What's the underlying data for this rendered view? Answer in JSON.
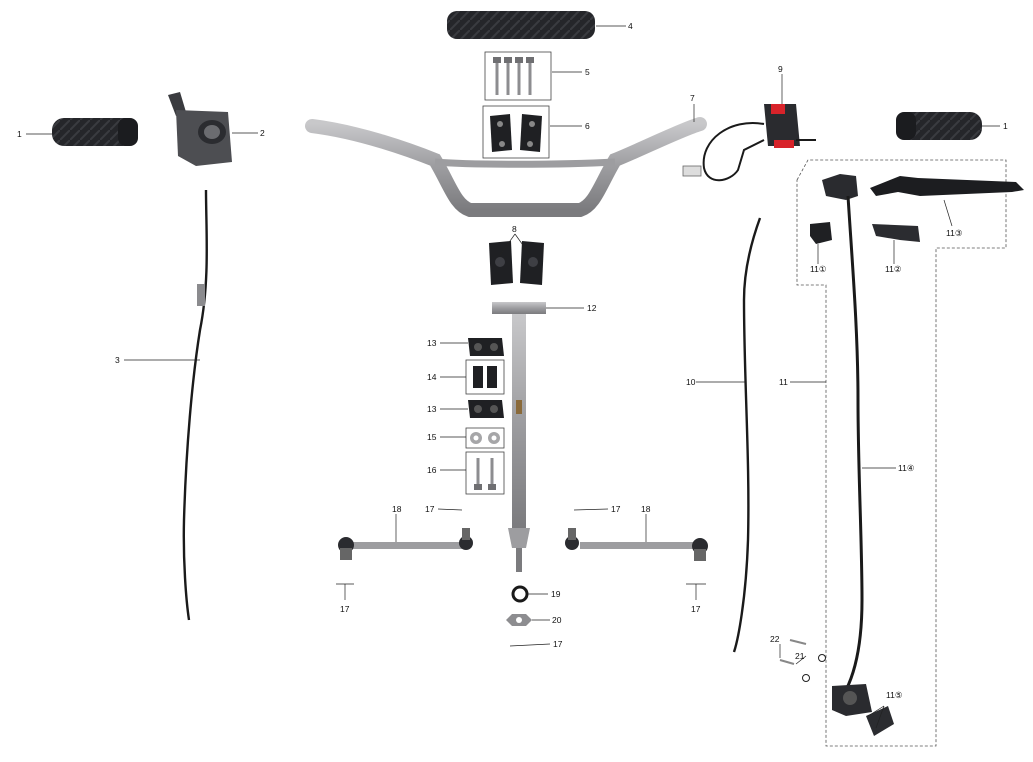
{
  "callouts": {
    "c1_left": "1",
    "c1_right": "1",
    "c2": "2",
    "c3": "3",
    "c4": "4",
    "c5": "5",
    "c6": "6",
    "c7": "7",
    "c8": "8",
    "c9": "9",
    "c10": "10",
    "c11": "11",
    "c11_1": "11①",
    "c11_2": "11②",
    "c11_3": "11③",
    "c11_4": "11④",
    "c11_5": "11⑤",
    "c12": "12",
    "c13_top": "13",
    "c13_bottom": "13",
    "c14": "14",
    "c15": "15",
    "c16": "16",
    "c17_upper_left": "17",
    "c17_upper_right": "17",
    "c17_lower_left": "17",
    "c17_lower_right": "17",
    "c17_bottom": "17",
    "c18_left": "18",
    "c18_right": "18",
    "c19": "19",
    "c20": "20",
    "c21": "21",
    "c22": "22"
  },
  "colors": {
    "line": "#222222",
    "metal": "#a9a9ab",
    "metal_dark": "#6f6f72",
    "rubber": "#1e1f22",
    "switch_red": "#d8232a",
    "dashed": "#555555"
  }
}
